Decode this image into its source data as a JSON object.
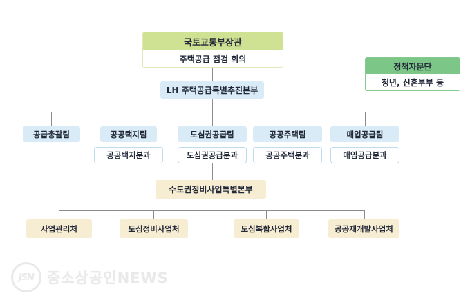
{
  "org_chart": {
    "minister": {
      "title": "국토교통부장관",
      "subtitle": "주택공급 점검 회의"
    },
    "advisory": {
      "title": "정책자문단",
      "subtitle": "청년, 신혼부부 등"
    },
    "task_force": {
      "label": "LH 주택공급특별추진본부"
    },
    "teams": [
      {
        "label": "공급총괄팀",
        "sub": ""
      },
      {
        "label": "공공택지팀",
        "sub": "공공택지분과"
      },
      {
        "label": "도심권공급팀",
        "sub": "도심권공급분과"
      },
      {
        "label": "공공주택팀",
        "sub": "공공주택분과"
      },
      {
        "label": "매입공급팀",
        "sub": "매입공급분과"
      }
    ],
    "metro_hq": {
      "label": "수도권정비사업특별본부"
    },
    "divisions": [
      {
        "label": "사업관리처"
      },
      {
        "label": "도심정비사업처"
      },
      {
        "label": "도심복합사업처"
      },
      {
        "label": "공공재개발사업처"
      }
    ]
  },
  "colors": {
    "minister_header": "#cfe294",
    "advisory_header": "#7cc687",
    "team_box": "#d8ebf6",
    "division_box": "#f7edd2",
    "connector": "#8c8c8c",
    "text": "#222838"
  },
  "watermark": {
    "logo": "JSN",
    "text": "중소상공인NEWS"
  }
}
